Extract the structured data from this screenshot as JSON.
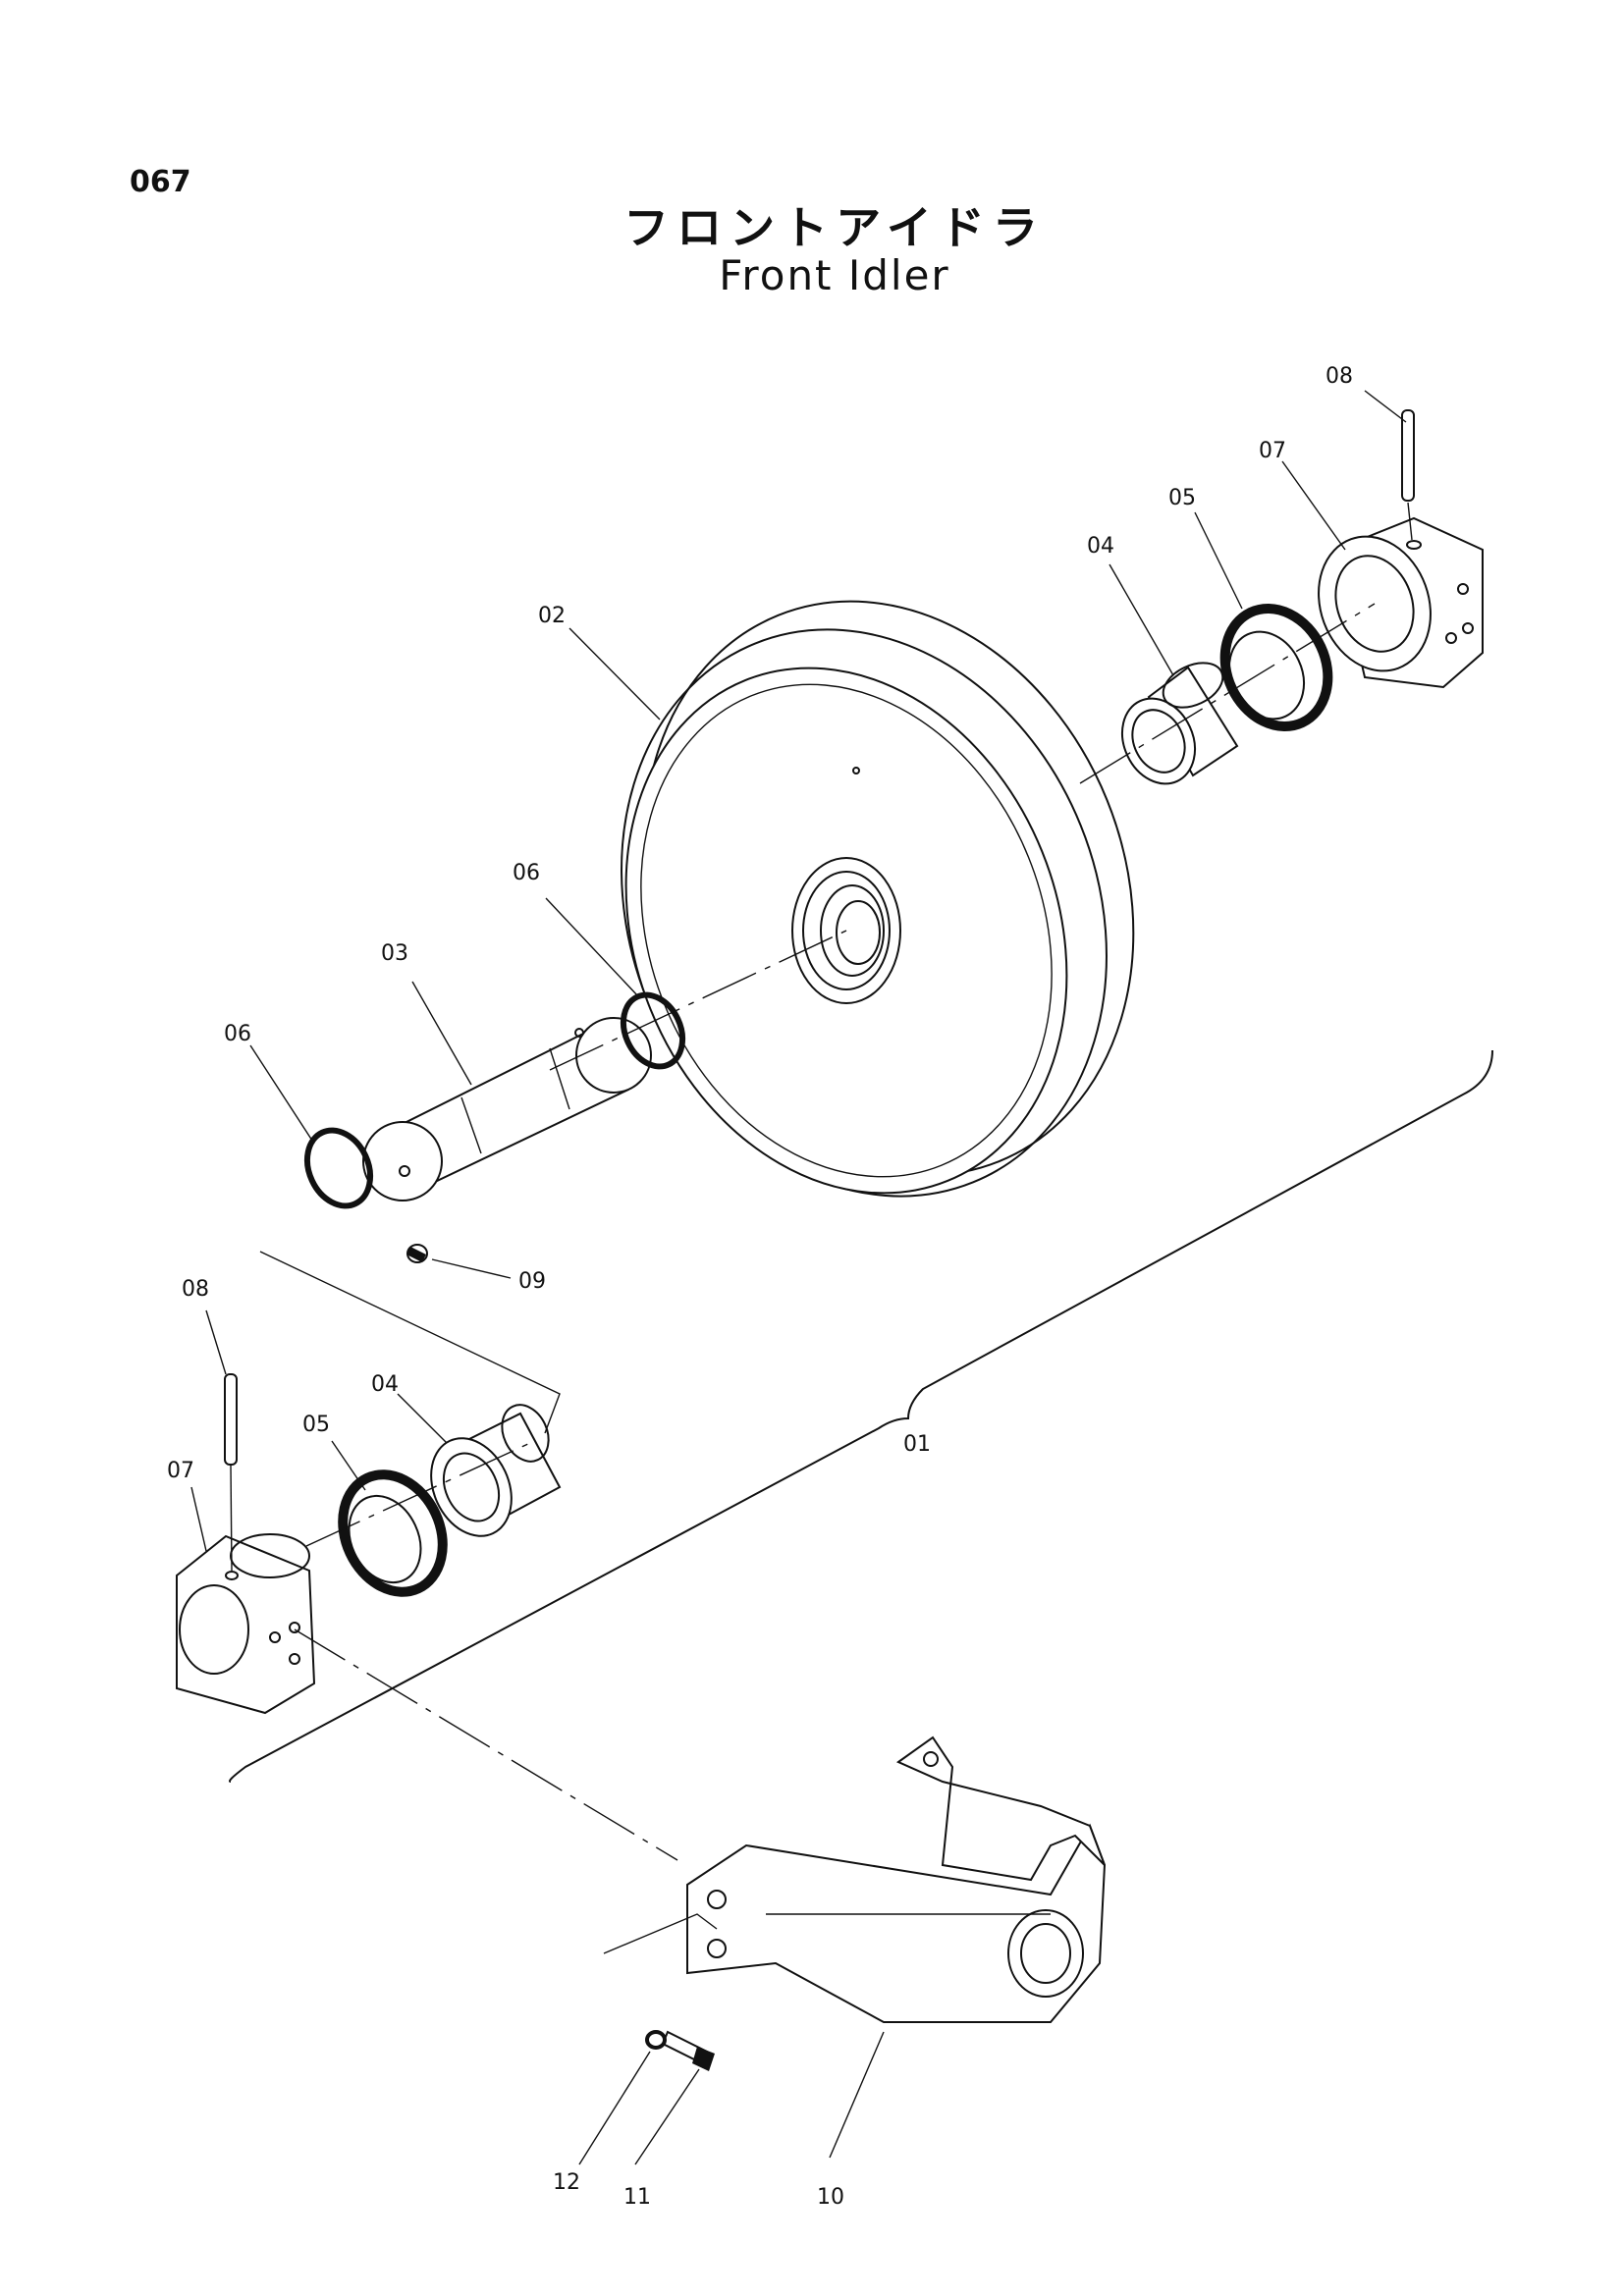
{
  "page_number": "067",
  "title_japanese": "フロントアイドラ",
  "title_english": "Front Idler",
  "callouts": {
    "assembly": "01",
    "idler_wheel": "02",
    "shaft": "03",
    "bushing_right": "04",
    "bushing_left": "04",
    "seal_right": "05",
    "seal_left": "05",
    "o_ring_right": "06",
    "o_ring_left": "06",
    "support_right": "07",
    "support_left": "07",
    "pin_right": "08",
    "pin_left": "08",
    "plug": "09",
    "yoke": "10",
    "bolt": "11",
    "washer": "12"
  }
}
